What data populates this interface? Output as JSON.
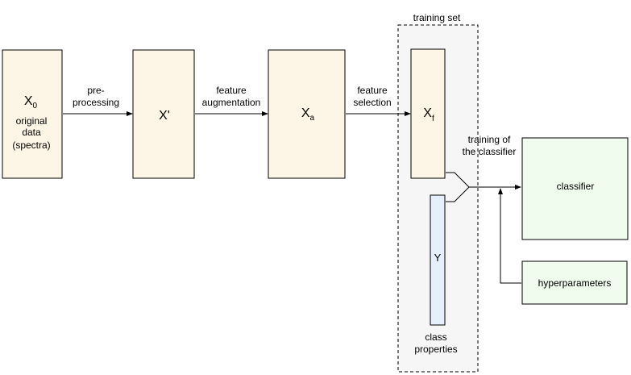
{
  "colors": {
    "data_box_fill": "#fdf6e6",
    "class_box_fill": "#e6effc",
    "classifier_fill": "#f0fcee",
    "training_set_fill": "#f6f6f6",
    "stroke": "#000000"
  },
  "nodes": {
    "x0": {
      "symbol": "X",
      "subscript": "0",
      "caption_lines": [
        "original",
        "data",
        "(spectra)"
      ]
    },
    "xprime": {
      "symbol": "X'"
    },
    "xa": {
      "symbol": "X",
      "subscript": "a"
    },
    "xf": {
      "symbol": "X",
      "subscript": "f"
    },
    "y": {
      "symbol": "Y",
      "caption_lines": [
        "class",
        "properties"
      ]
    },
    "classifier": {
      "label": "classifier"
    },
    "hyperparameters": {
      "label": "hyperparameters"
    }
  },
  "groups": {
    "training_set": {
      "label": "training set"
    }
  },
  "edges": {
    "preprocessing": {
      "label_lines": [
        "pre-",
        "processing"
      ]
    },
    "feature_augmentation": {
      "label_lines": [
        "feature",
        "augmentation"
      ]
    },
    "feature_selection": {
      "label_lines": [
        "feature",
        "selection"
      ]
    },
    "training": {
      "label_lines": [
        "training of",
        "the classifier"
      ]
    }
  }
}
